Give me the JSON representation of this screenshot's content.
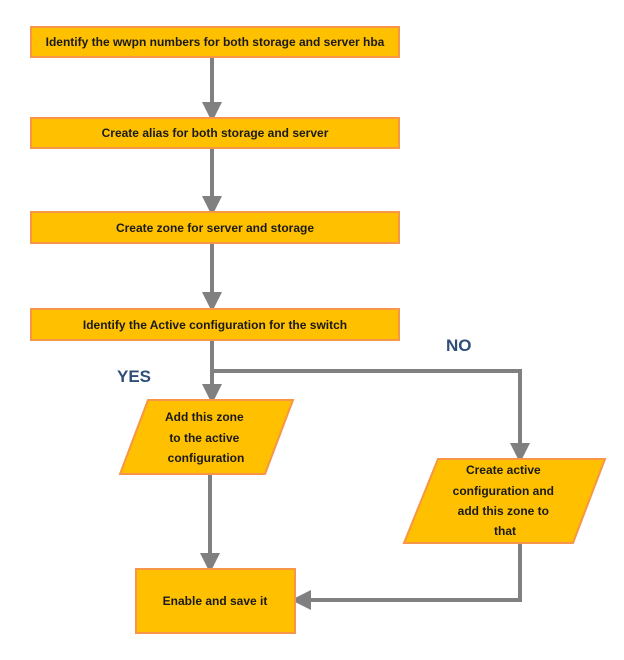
{
  "steps": {
    "identify_wwpn": "Identify the wwpn numbers for both storage and server hba",
    "create_alias": "Create alias for both storage and server",
    "create_zone": "Create zone for server and storage",
    "identify_active": "Identify the Active configuration for the switch",
    "add_zone": [
      "Add this zone",
      "to the active",
      "configuration"
    ],
    "create_active": [
      "Create active",
      "configuration and",
      "add this zone to",
      "that"
    ],
    "enable_save": "Enable and save it"
  },
  "labels": {
    "yes": "YES",
    "no": "NO"
  },
  "colors": {
    "box_fill": "#ffc000",
    "box_border": "#f79646",
    "connector": "#808080",
    "label": "#2f4f7a"
  }
}
